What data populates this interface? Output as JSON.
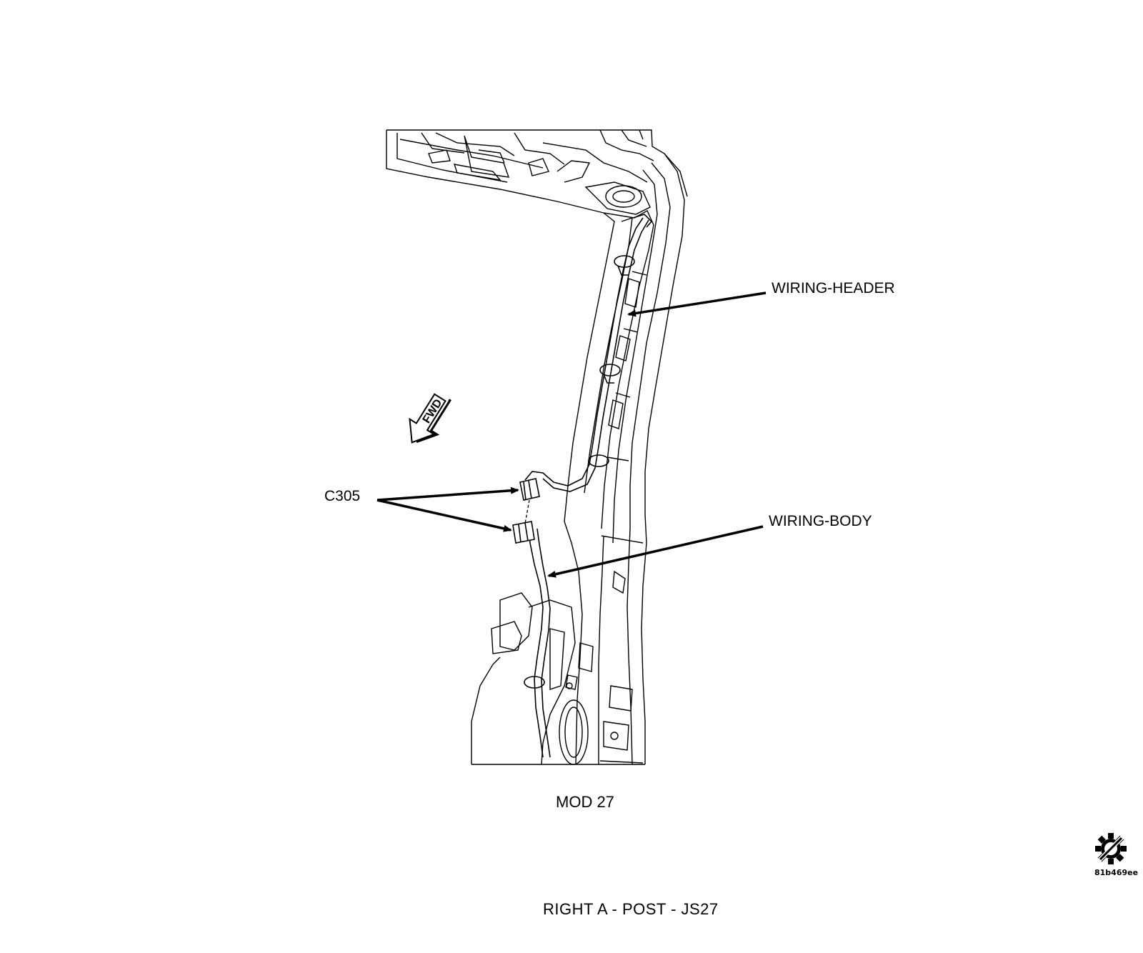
{
  "labels": {
    "wiring_header": "WIRING-HEADER",
    "wiring_body": "WIRING-BODY",
    "connector": "C305",
    "forward_marker": "FWD",
    "model": "MOD 27",
    "figure_title": "RIGHT A - POST - JS27",
    "figure_code": "81b469ee"
  },
  "icons": {
    "forward_arrow": "fwd-arrow-icon",
    "figure_symbol": "slashed-gear-icon"
  },
  "colors": {
    "line": "#000000",
    "background": "#ffffff"
  }
}
